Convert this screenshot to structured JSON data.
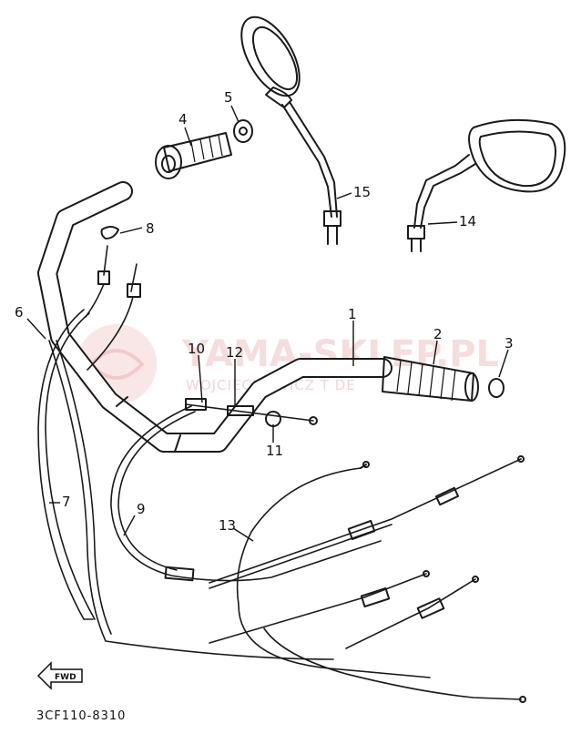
{
  "callouts": [
    {
      "id": "1",
      "label": "1"
    },
    {
      "id": "2",
      "label": "2"
    },
    {
      "id": "3",
      "label": "3"
    },
    {
      "id": "4",
      "label": "4"
    },
    {
      "id": "5",
      "label": "5"
    },
    {
      "id": "6",
      "label": "6"
    },
    {
      "id": "7",
      "label": "7"
    },
    {
      "id": "8",
      "label": "8"
    },
    {
      "id": "9",
      "label": "9"
    },
    {
      "id": "10",
      "label": "10"
    },
    {
      "id": "11",
      "label": "11"
    },
    {
      "id": "12",
      "label": "12"
    },
    {
      "id": "13",
      "label": "13"
    },
    {
      "id": "14",
      "label": "14"
    },
    {
      "id": "15",
      "label": "15"
    }
  ],
  "watermark": {
    "title": "YAMA-SKLEP.PL",
    "subtitle": "WOJCIECHOWICZ T DE",
    "color": "#e8a0a0"
  },
  "fwd_label": "FWD",
  "footer_code": "3CF110-8310"
}
